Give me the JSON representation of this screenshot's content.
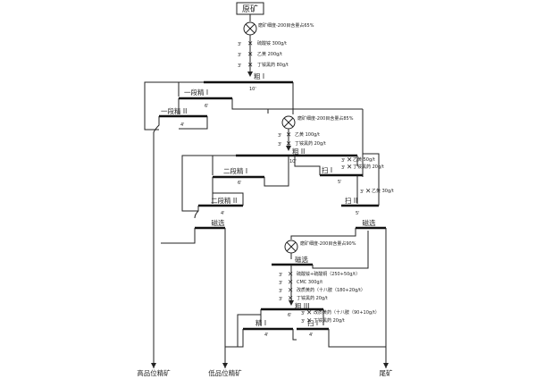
{
  "feed": {
    "label": "原矿"
  },
  "stage1": {
    "grinding": "磨矿细度-200目含量占65%",
    "reagents": [
      "3'",
      "3'",
      "3'"
    ],
    "reagent_lines": [
      "硫酸铵 300g/t",
      "乙黄 200g/t",
      "丁铵黑药 80g/t"
    ],
    "rough": "粗 I",
    "time_rough": "10'",
    "clean1": "一段精 I",
    "time_clean1": "6'",
    "clean2": "一段精 II",
    "time_clean2": "4'"
  },
  "stage2": {
    "grinding": "磨矿细度-200目含量占85%",
    "reagents": [
      "3'",
      "3'"
    ],
    "reagent_lines": [
      "乙黄 100g/t",
      "丁铵黑药 20g/t"
    ],
    "rough": "粗 II",
    "time_rough": "10'",
    "scav": "扫 I",
    "scav_reagents": [
      "3'",
      "3'"
    ],
    "scav_reagent_lines": [
      "乙黄 50g/t",
      "丁铵黑药 20g/t"
    ],
    "time_scav": "5'",
    "clean1": "二段精 I",
    "time_clean1": "6'",
    "clean2": "二段精 II",
    "time_clean2": "4'",
    "scav2": "扫 II",
    "scav2_reagent": "3'",
    "scav2_reagent_line": "乙黄 30g/t",
    "time_scav2": "5'",
    "mag_left": "磁选",
    "mag_right": "磁选"
  },
  "stage3": {
    "grinding": "磨矿细度-200目含量占90%",
    "mag": "磁选",
    "reagents": [
      "3'",
      "3'",
      "3'",
      "3'"
    ],
    "reagent_lines": [
      "硫酸铵+硫酸铜（250+50g/t）",
      "CMC 300g/t",
      "改质黄药（十八胺（180+20g/t）",
      "丁铵黑药 20g/t"
    ],
    "rough": "粗 III",
    "time_rough": "6'",
    "extra_reagents": [
      "3'",
      "3'"
    ],
    "extra_reagent_lines": [
      "改质黄药（十八胺（90+10g/t）",
      "丁铵黑药 20g/t"
    ],
    "clean": "精 I",
    "time_clean": "4'",
    "scav": "扫 I",
    "time_scav": "4'"
  },
  "products": {
    "high": "高品位精矿",
    "low": "低品位精矿",
    "tail": "尾矿"
  }
}
